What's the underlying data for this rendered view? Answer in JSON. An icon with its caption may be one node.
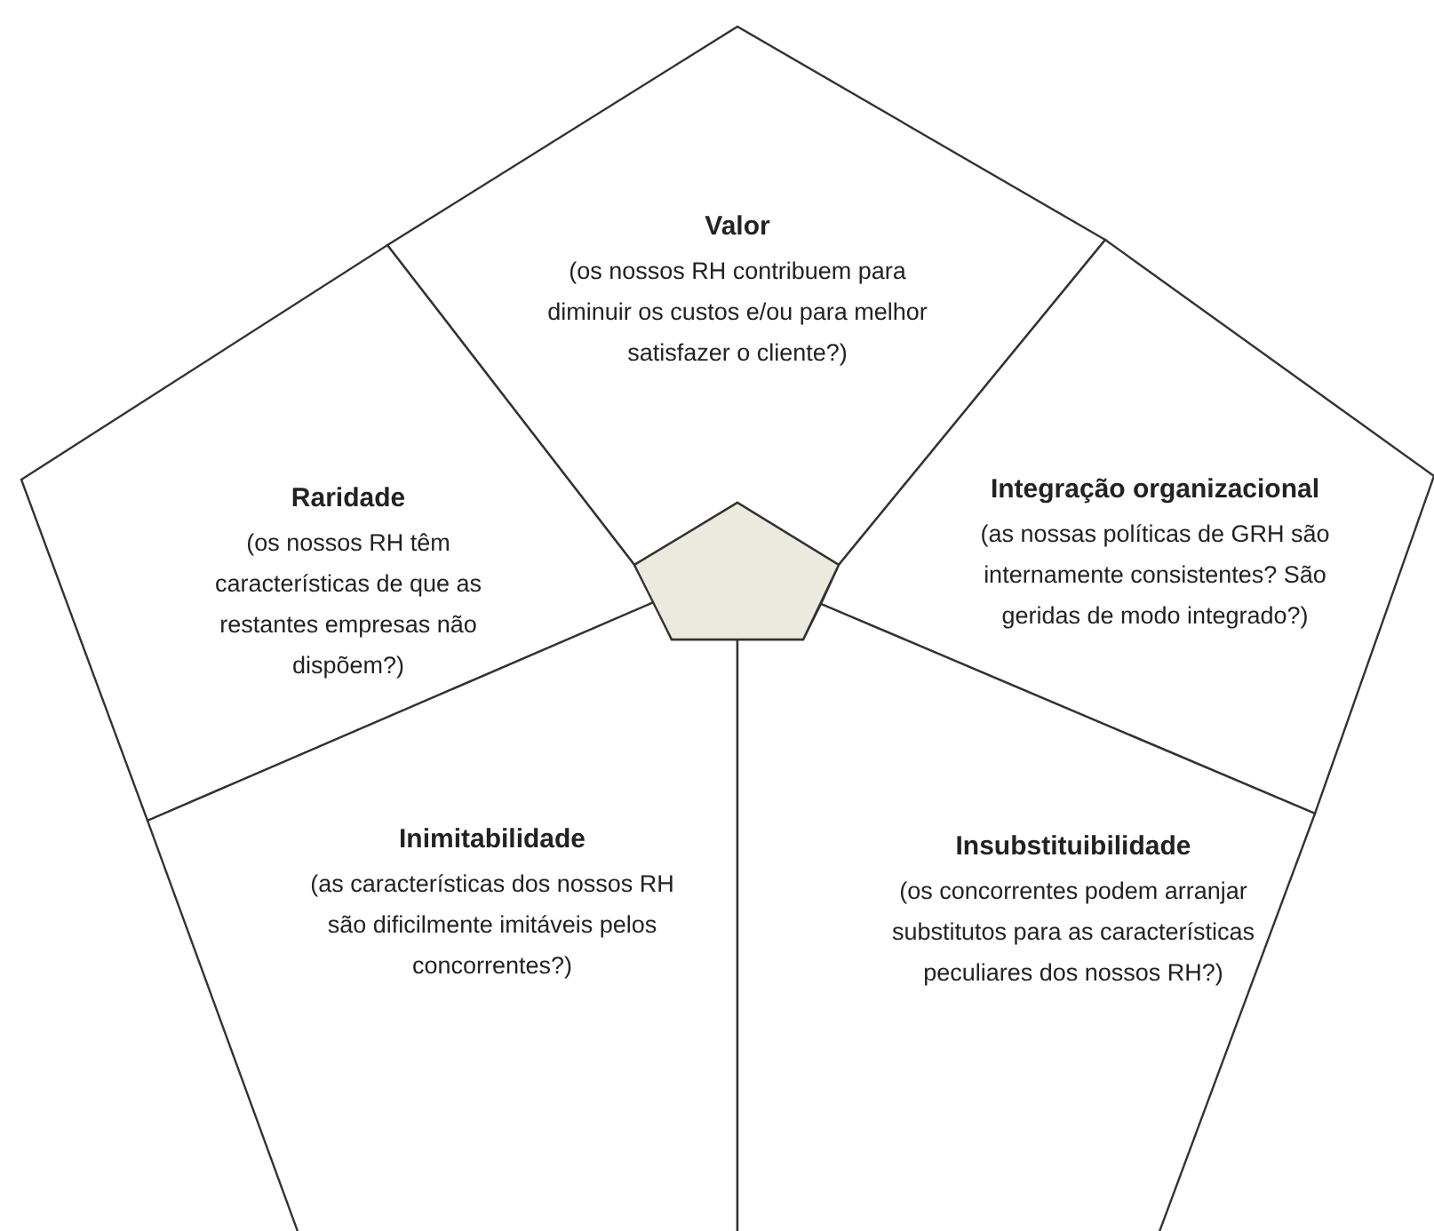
{
  "diagram": {
    "nodes": [
      {
        "text": [
          "Valor",
          "(os nossos RH contribuem para diminuir os custos e/ou para melhor satisfazer o cliente?)"
        ]
      },
      {
        "text": [
          "Raridade",
          "(os nossos RH têm características de que as restantes empresas não dispõem?)"
        ]
      },
      {
        "text": [
          "Integração organizacional",
          "(as nossas políticas de GRH são internamente consistentes? São geridas de modo integrado?)"
        ]
      },
      {
        "text": [
          "Inimitabilidade",
          "(as características dos nossos RH são dificilmente imitáveis pelos concorrentes?)"
        ]
      },
      {
        "text": [
          "Insubstituibilidade",
          "(os concorrentes podem arranjar substitutos para as características peculiares dos nossos RH?)"
        ]
      },
      {
        "text": [],
        "shape": "pentagon"
      }
    ]
  }
}
